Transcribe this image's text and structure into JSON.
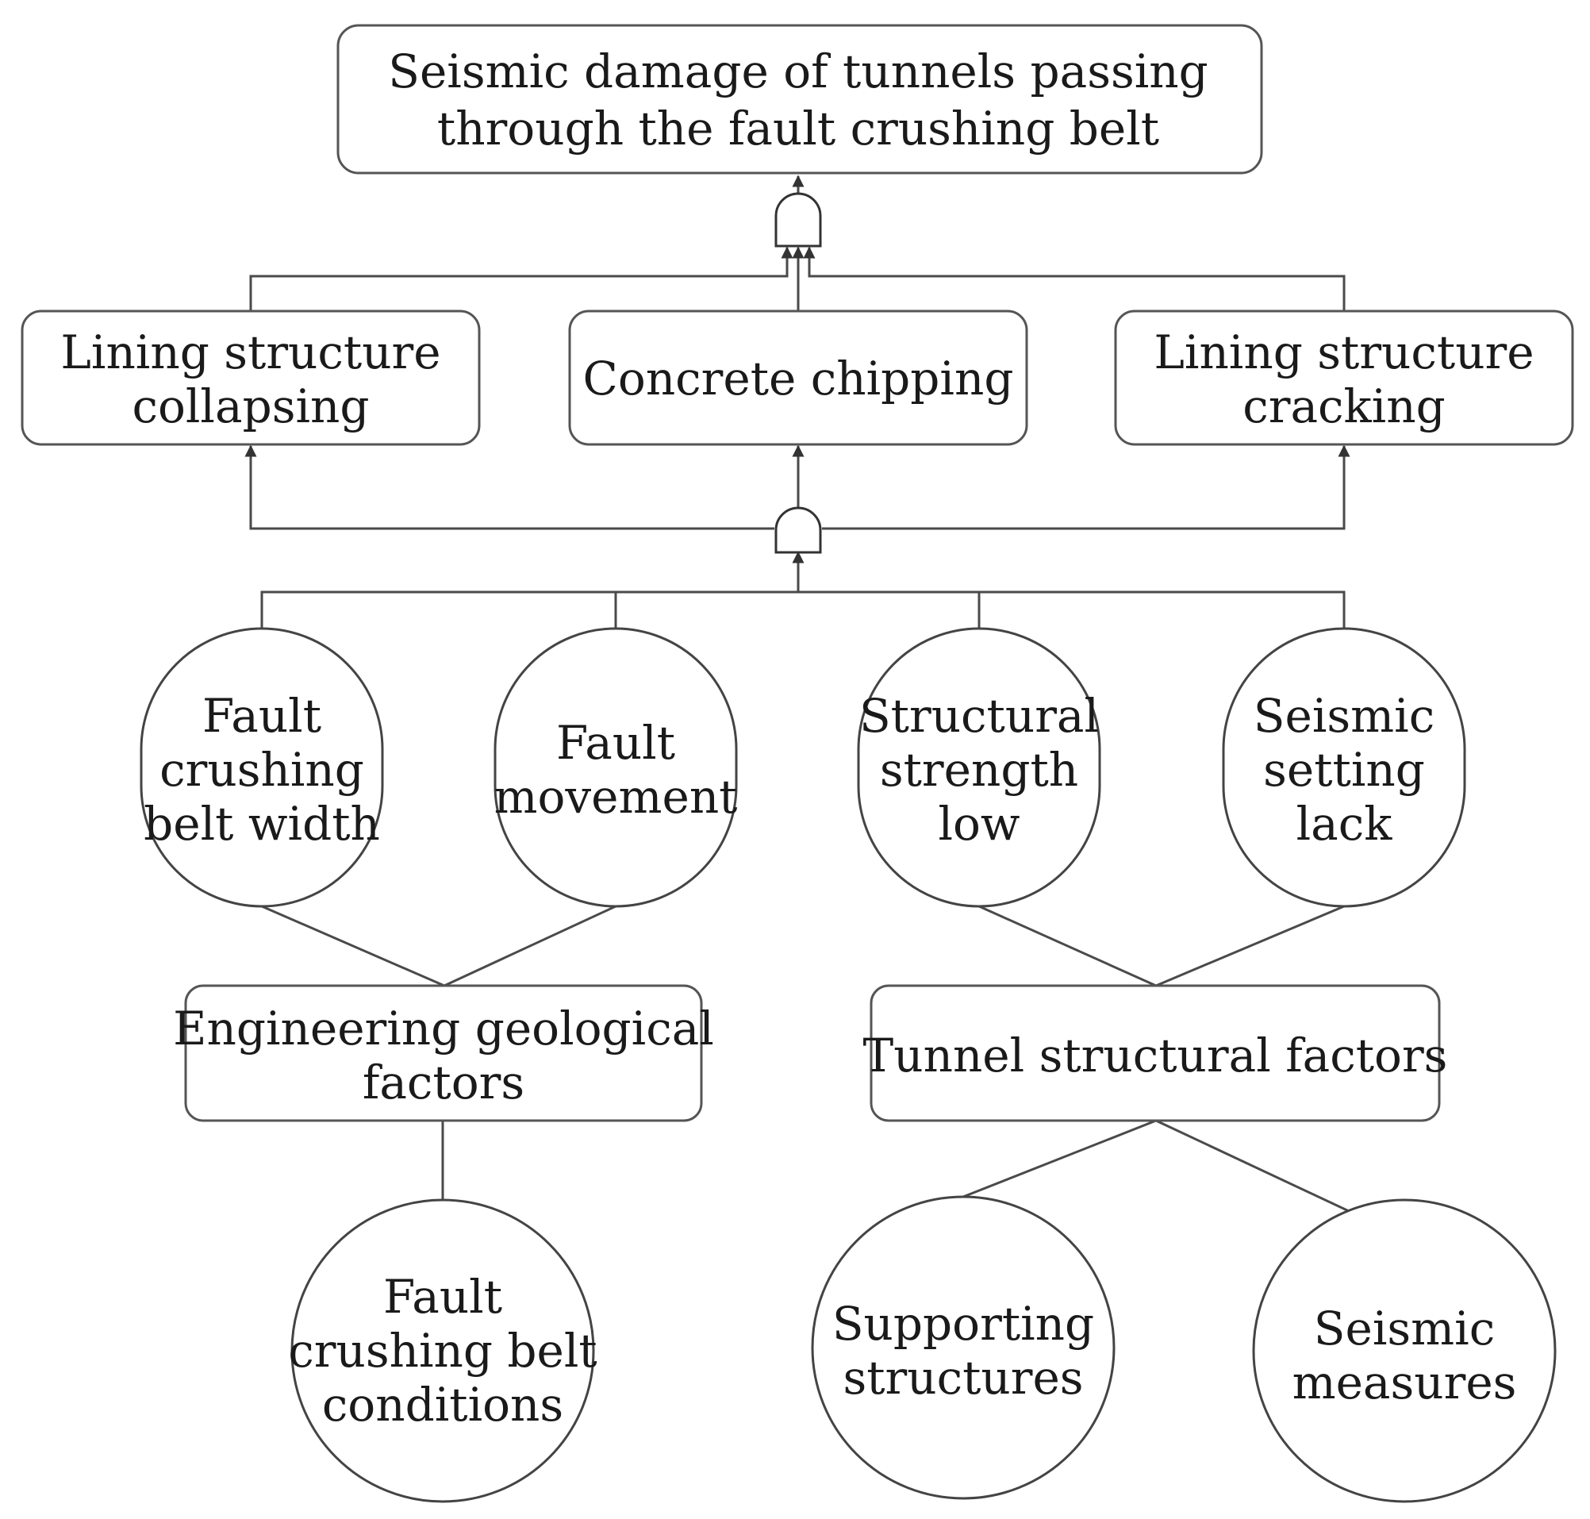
{
  "top_event": {
    "line1": "Seismic damage of tunnels passing",
    "line2": "through the fault  crushing belt"
  },
  "intermediate_events": {
    "collapsing": {
      "line1": "Lining structure",
      "line2": "collapsing"
    },
    "chipping": {
      "line1": "Concrete chipping"
    },
    "cracking": {
      "line1": "Lining structure",
      "line2": "cracking"
    }
  },
  "basic_events": {
    "belt_width": {
      "line1": "Fault",
      "line2": "crushing",
      "line3": "belt width"
    },
    "movement": {
      "line1": "Fault",
      "line2": "movement"
    },
    "strength": {
      "line1": "Structural",
      "line2": "strength",
      "line3": "low"
    },
    "setting": {
      "line1": "Seismic",
      "line2": "setting",
      "line3": "lack"
    }
  },
  "factor_groups": {
    "geological": {
      "line1": "Engineering geological",
      "line2": "factors"
    },
    "structural": {
      "line1": "Tunnel structural factors"
    }
  },
  "leaf_events": {
    "belt_conditions": {
      "line1": "Fault",
      "line2": "crushing belt",
      "line3": "conditions"
    },
    "supporting": {
      "line1": "Supporting",
      "line2": "structures"
    },
    "measures": {
      "line1": "Seismic",
      "line2": "measures"
    }
  },
  "gates": [
    "and-gate",
    "and-gate"
  ],
  "colors": {
    "stroke": "#444444",
    "text": "#1a1a1a",
    "background": "#ffffff"
  }
}
